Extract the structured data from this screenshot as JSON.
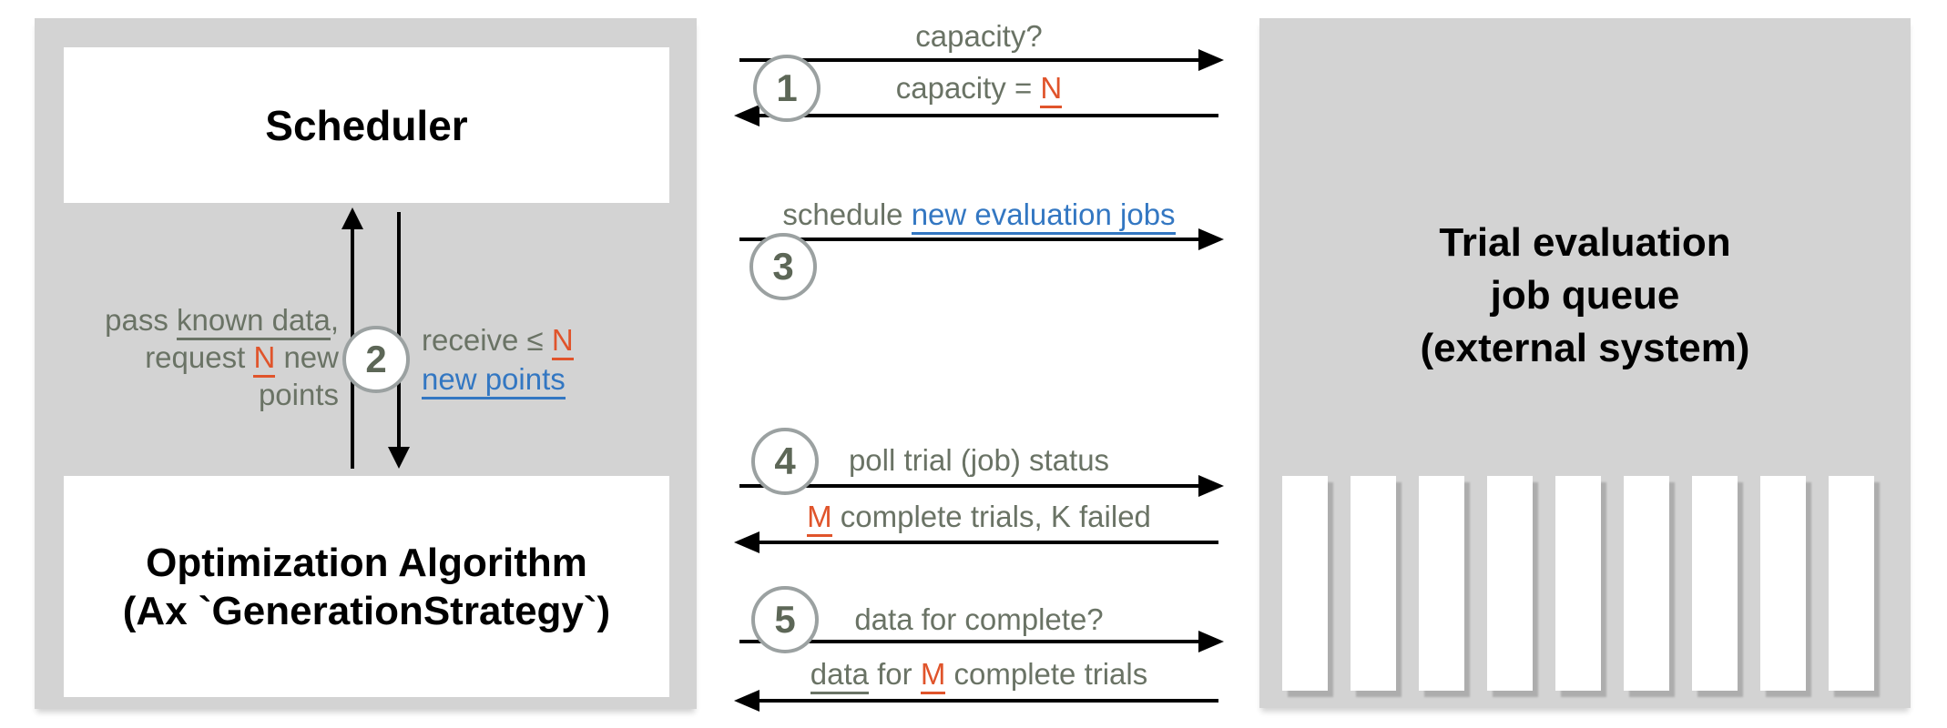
{
  "left_panel": {
    "scheduler_box": {
      "label": "Scheduler"
    },
    "optimizer_box": {
      "line1": "Optimization Algorithm",
      "line2": "(Ax `GenerationStrategy`)"
    },
    "exchange2": {
      "number": "2",
      "pass_line1_prefix": "pass ",
      "pass_line1_underline": "known data",
      "pass_line1_suffix": ",",
      "pass_line2_prefix": "request ",
      "pass_line2_accent": "N",
      "pass_line2_suffix": " new",
      "pass_line3": "points",
      "receive_prefix": "receive ≤ ",
      "receive_accent": "N",
      "receive_link": "new points"
    }
  },
  "middle": {
    "exchange1": {
      "number": "1",
      "request": "capacity?",
      "response_prefix": "capacity = ",
      "response_accent": "N"
    },
    "exchange3": {
      "number": "3",
      "request_prefix": "schedule ",
      "request_link": "new evaluation jobs"
    },
    "exchange4": {
      "number": "4",
      "request": "poll trial (job) status",
      "response_accent": "M",
      "response_rest": " complete trials, K failed"
    },
    "exchange5": {
      "number": "5",
      "request": "data for complete?",
      "response_underline": "data",
      "response_mid": " for ",
      "response_accent": "M",
      "response_rest": " complete trials"
    }
  },
  "right_panel": {
    "title_line1": "Trial evaluation",
    "title_line2": "job queue",
    "title_line3": "(external system)",
    "queue_slot_count": 9
  },
  "palette": {
    "panel_gray": "#d3d3d3",
    "annotation_green": "#6a7365",
    "accent_orange": "#e0542b",
    "link_blue": "#3377c2",
    "circle_border": "#9ba1a1",
    "heading_black": "#000000"
  }
}
